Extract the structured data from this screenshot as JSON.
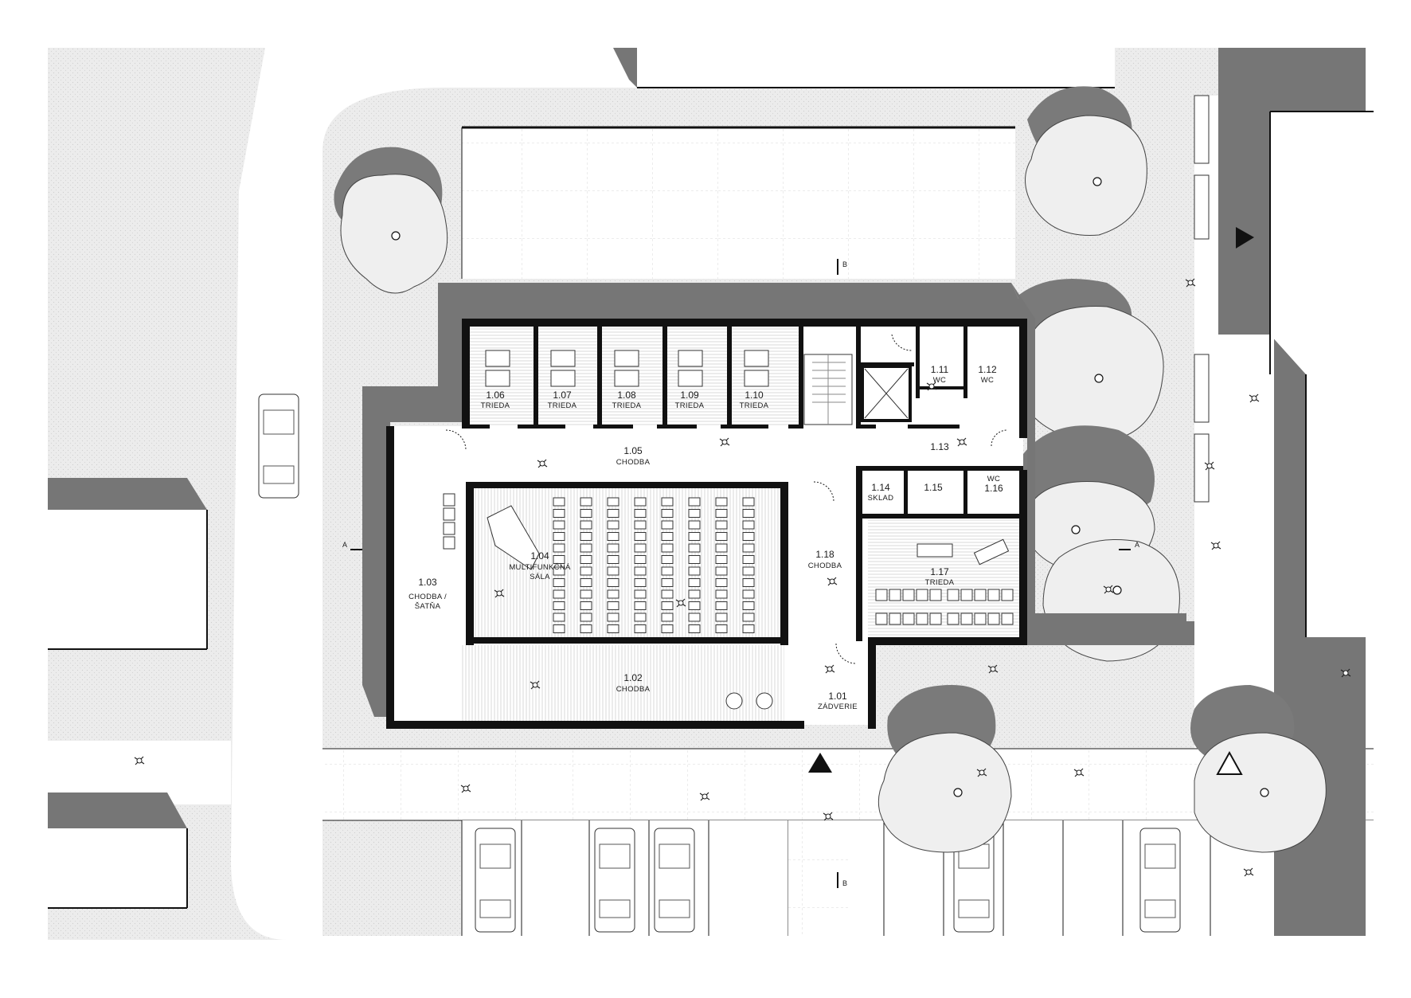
{
  "rooms": [
    {
      "id": "r101",
      "number": "1.01",
      "name": "ZÁDVERIE"
    },
    {
      "id": "r102",
      "number": "1.02",
      "name": "CHODBA"
    },
    {
      "id": "r103",
      "number": "1.03",
      "name": "CHODBA /",
      "name2": "ŠATŇA"
    },
    {
      "id": "r104",
      "number": "1.04",
      "name": "MULTIFUNKČNÁ",
      "name2": "SÁLA"
    },
    {
      "id": "r105",
      "number": "1.05",
      "name": "CHODBA"
    },
    {
      "id": "r106",
      "number": "1.06",
      "name": "TRIEDA"
    },
    {
      "id": "r107",
      "number": "1.07",
      "name": "TRIEDA"
    },
    {
      "id": "r108",
      "number": "1.08",
      "name": "TRIEDA"
    },
    {
      "id": "r109",
      "number": "1.09",
      "name": "TRIEDA"
    },
    {
      "id": "r110",
      "number": "1.10",
      "name": "TRIEDA"
    },
    {
      "id": "r111",
      "number": "1.11",
      "name": "WC"
    },
    {
      "id": "r112",
      "number": "1.12",
      "name": "WC"
    },
    {
      "id": "r113",
      "number": "1.13",
      "name": ""
    },
    {
      "id": "r114",
      "number": "1.14",
      "name": "SKLAD"
    },
    {
      "id": "r115",
      "number": "1.15",
      "name": ""
    },
    {
      "id": "r116",
      "number": "1.16",
      "name": "WC"
    },
    {
      "id": "r117",
      "number": "1.17",
      "name": "TRIEDA"
    },
    {
      "id": "r118",
      "number": "1.18",
      "name": "CHODBA"
    }
  ],
  "section_marks": {
    "a": "A",
    "b": "B"
  },
  "colors": {
    "paving": "#ececec",
    "tree_shade": "#7a7a7a",
    "building_shadow": "#767676",
    "wall": "#111111"
  },
  "icons": [
    "entrance-triangle-icon",
    "tree-icon",
    "person-icon",
    "car-icon",
    "piano-icon"
  ]
}
